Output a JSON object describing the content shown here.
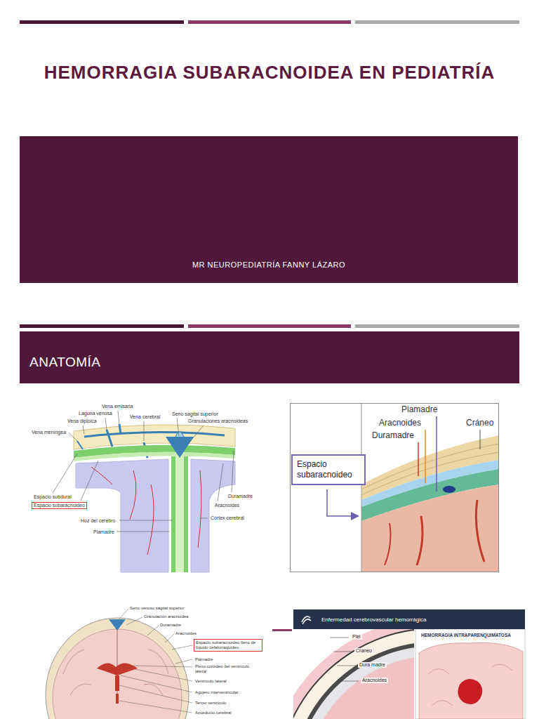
{
  "diagram": {
    "title": "HEMORRAGIA SUBARACNOIDEA EN PEDIATRÍA",
    "nodes": [
      {
        "text": [
          "MR NEUROPEDIATRÍA FANNY LÁZARO"
        ]
      },
      {
        "text": [
          "ANATOMÍA"
        ]
      },
      {
        "text": [
          "Espacio subaracnoideo"
        ]
      },
      {
        "text": [
          "Espacio subaracnoideo"
        ]
      },
      {
        "text": [
          "Espacio subaracnoideo lleno de líquido cefalorraquídeo"
        ]
      },
      {
        "text": [
          "Enfermedad cerebrovascular hemorrágica"
        ]
      }
    ],
    "labels": [
      "Vena emisaria",
      "Laguna venosa",
      "Vena diploica",
      "Vena cerebral",
      "Seno sagital superior",
      "Granulaciones aracnoideas",
      "Vena meníngea",
      "Espacio subdural",
      "Duramadre",
      "Aracnoides",
      "Hoz del cerebro",
      "Córtex cerebral",
      "Piamadre",
      "Piamadre",
      "Aracnoides",
      "Cráneo",
      "Duramadre",
      "Seno venoso sagital superior",
      "Granulación aracnoidea",
      "Duramadre",
      "Aracnoides",
      "Piamadre",
      "Plexo coroideo del ventrículo lateral",
      "Ventrículo lateral",
      "Agujero interventricular",
      "Tercer ventrículo",
      "Acueducto cerebral",
      "HEMORRAGIA INTRAPARENQUIMATOSA",
      "Piel",
      "Craneo",
      "Dura madre",
      "Aracnoides"
    ]
  }
}
